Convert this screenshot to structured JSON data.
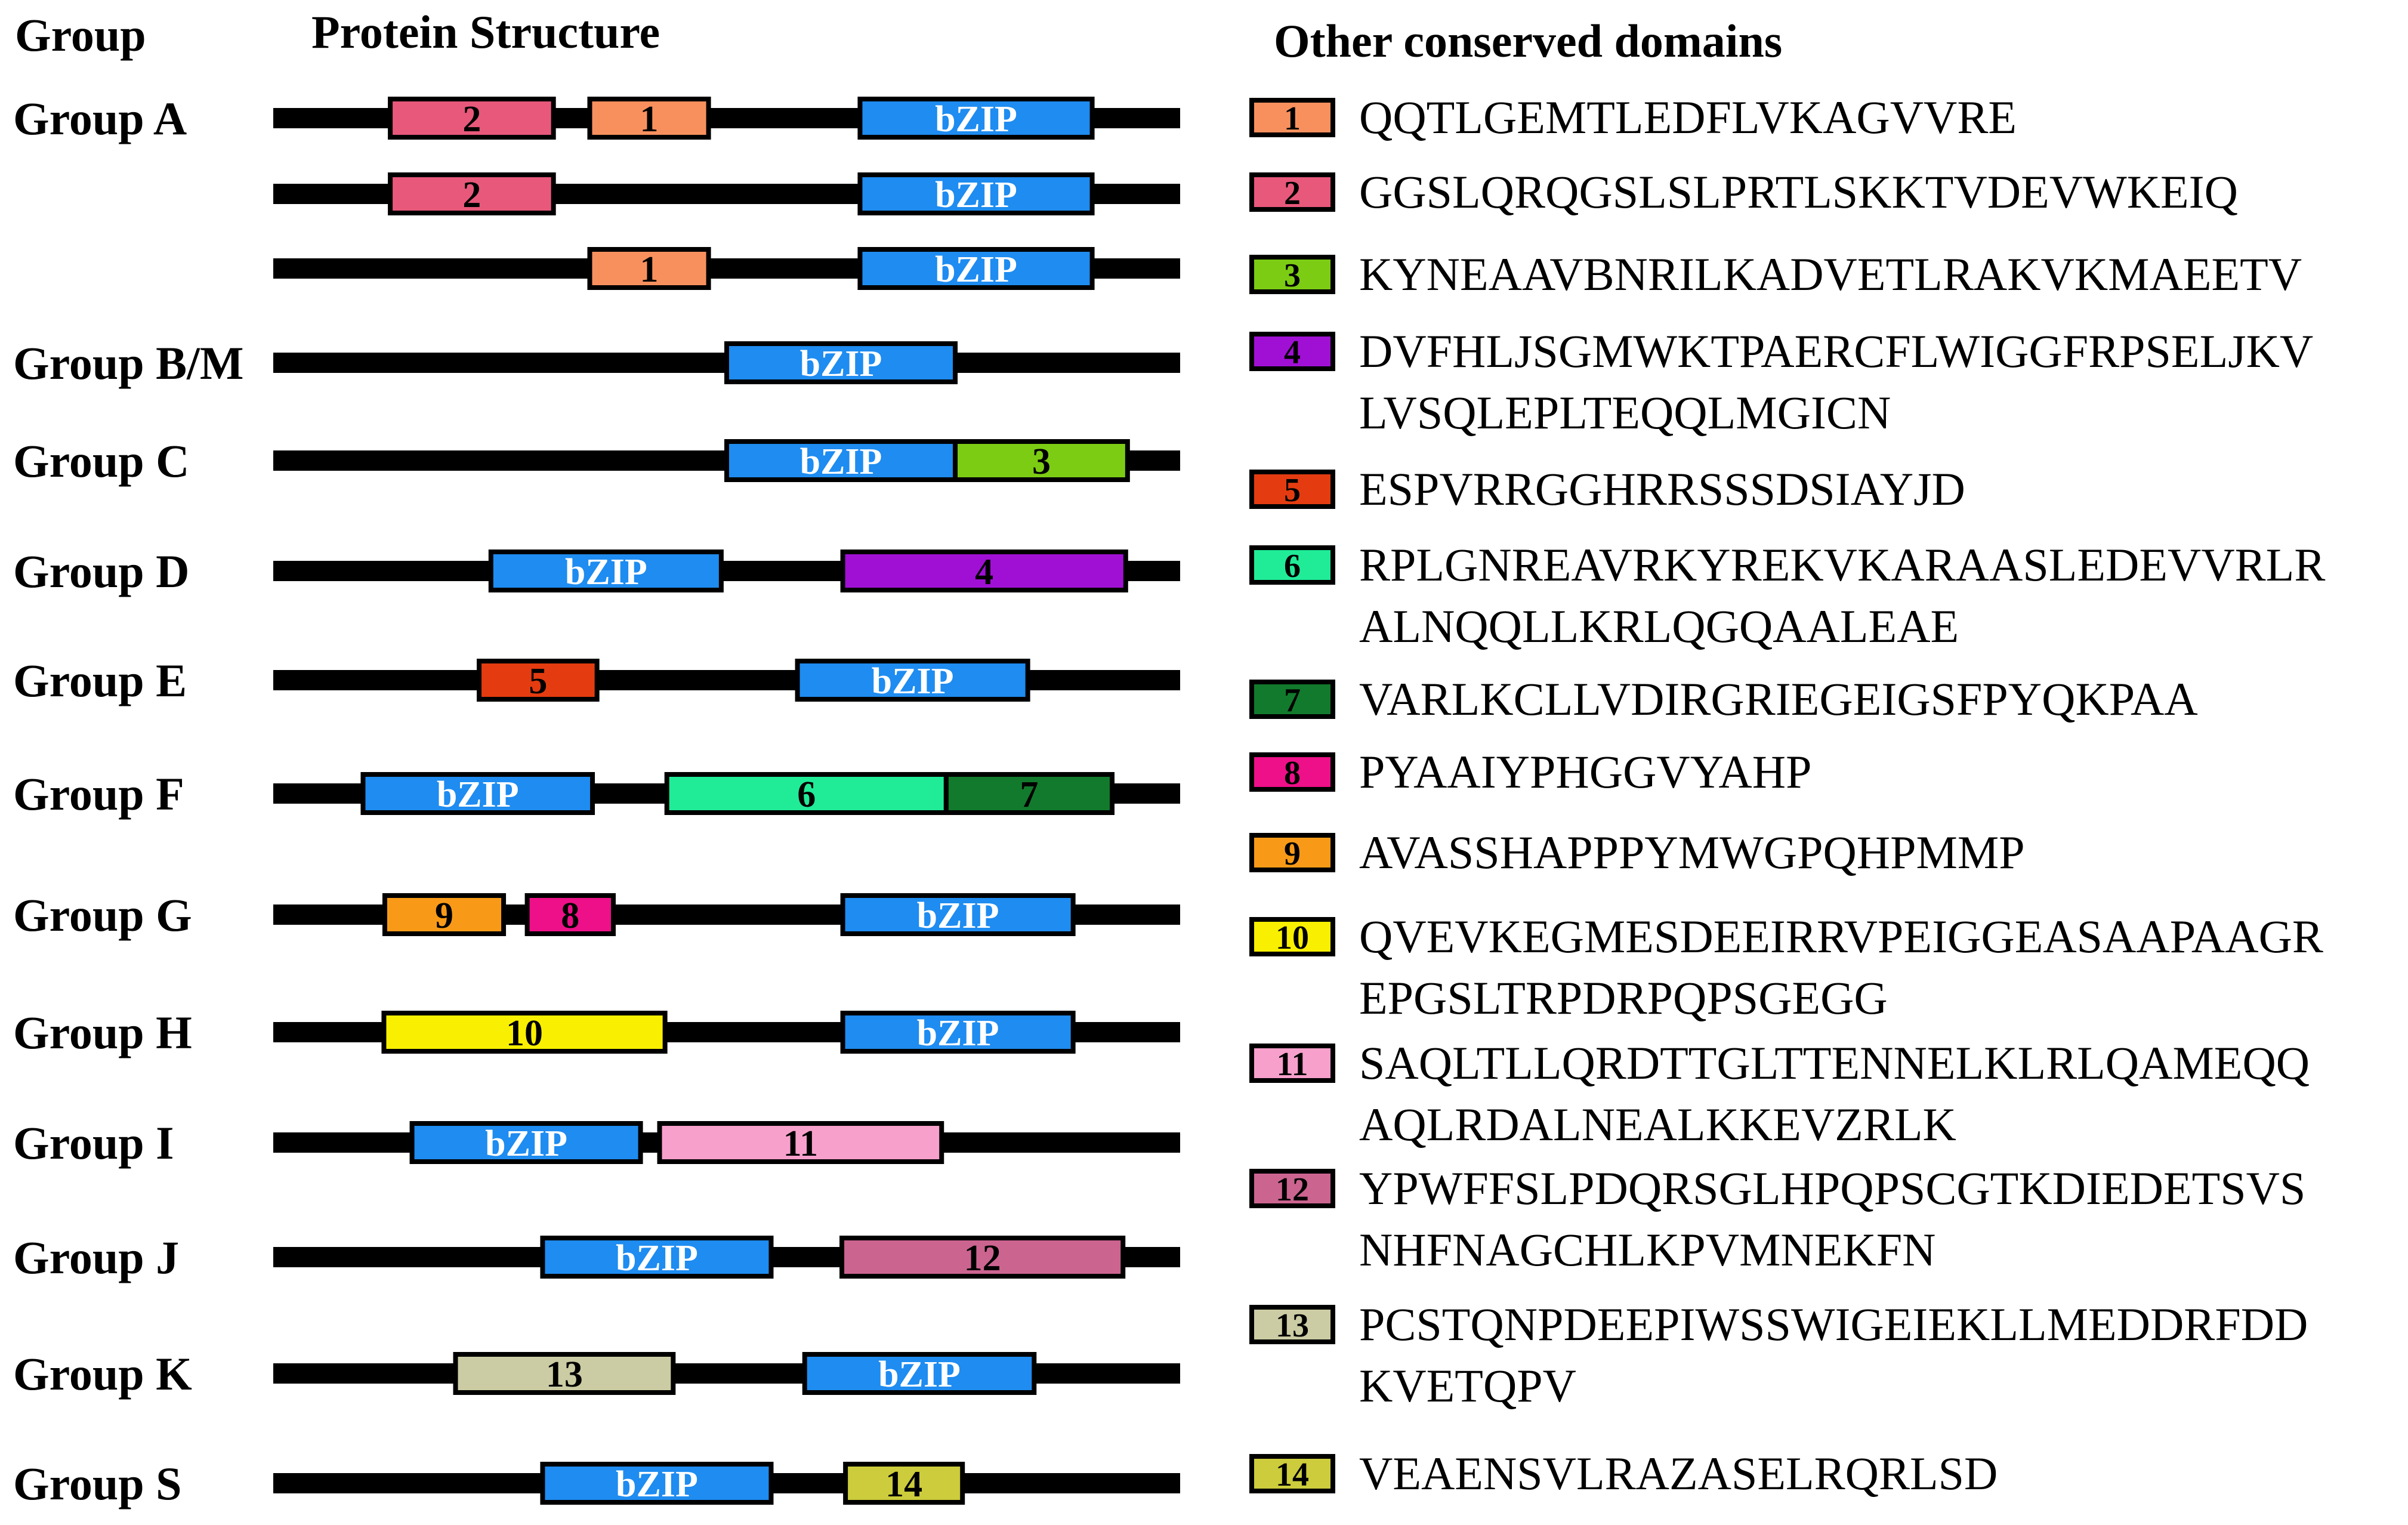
{
  "headers": {
    "group": "Group",
    "structure": "Protein Structure",
    "other": "Other conserved domains"
  },
  "colors": {
    "bZIP": "#1e8cf0",
    "1": "#f8905e",
    "2": "#e8587a",
    "3": "#7ccc14",
    "4": "#a010d4",
    "5": "#e43c10",
    "6": "#20ec98",
    "7": "#127a2c",
    "8": "#ee1088",
    "9": "#f89a18",
    "10": "#f8f000",
    "11": "#f8a0cc",
    "12": "#cc6490",
    "13": "#cccca4",
    "14": "#cccc3c"
  },
  "rows": [
    {
      "group": "Group A",
      "domains": [
        {
          "id": "2",
          "label": "2",
          "start": 0.129,
          "end": 0.309
        },
        {
          "id": "1",
          "label": "1",
          "start": 0.349,
          "end": 0.48
        },
        {
          "id": "bZIP",
          "label": "bZIP",
          "start": 0.647,
          "end": 0.903
        }
      ]
    },
    {
      "group": "",
      "domains": [
        {
          "id": "2",
          "label": "2",
          "start": 0.129,
          "end": 0.309
        },
        {
          "id": "bZIP",
          "label": "bZIP",
          "start": 0.647,
          "end": 0.903
        }
      ]
    },
    {
      "group": "",
      "domains": [
        {
          "id": "1",
          "label": "1",
          "start": 0.349,
          "end": 0.48
        },
        {
          "id": "bZIP",
          "label": "bZIP",
          "start": 0.647,
          "end": 0.903
        }
      ]
    },
    {
      "group": "Group B/M",
      "domains": [
        {
          "id": "bZIP",
          "label": "bZIP",
          "start": 0.5,
          "end": 0.752
        }
      ]
    },
    {
      "group": "Group C",
      "domains": [
        {
          "id": "bZIP",
          "label": "bZIP",
          "start": 0.5,
          "end": 0.752
        },
        {
          "id": "3",
          "label": "3",
          "start": 0.752,
          "end": 0.942
        }
      ]
    },
    {
      "group": "Group D",
      "domains": [
        {
          "id": "bZIP",
          "label": "bZIP",
          "start": 0.24,
          "end": 0.494
        },
        {
          "id": "4",
          "label": "4",
          "start": 0.628,
          "end": 0.94
        }
      ]
    },
    {
      "group": "Group E",
      "domains": [
        {
          "id": "5",
          "label": "5",
          "start": 0.227,
          "end": 0.357
        },
        {
          "id": "bZIP",
          "label": "bZIP",
          "start": 0.578,
          "end": 0.832
        }
      ]
    },
    {
      "group": "Group F",
      "domains": [
        {
          "id": "bZIP",
          "label": "bZIP",
          "start": 0.099,
          "end": 0.352
        },
        {
          "id": "6",
          "label": "6",
          "start": 0.434,
          "end": 0.742
        },
        {
          "id": "7",
          "label": "7",
          "start": 0.742,
          "end": 0.925
        }
      ]
    },
    {
      "group": "Group G",
      "domains": [
        {
          "id": "9",
          "label": "9",
          "start": 0.123,
          "end": 0.254
        },
        {
          "id": "8",
          "label": "8",
          "start": 0.28,
          "end": 0.375
        },
        {
          "id": "bZIP",
          "label": "bZIP",
          "start": 0.628,
          "end": 0.882
        }
      ]
    },
    {
      "group": "Group H",
      "domains": [
        {
          "id": "10",
          "label": "10",
          "start": 0.122,
          "end": 0.432
        },
        {
          "id": "bZIP",
          "label": "bZIP",
          "start": 0.628,
          "end": 0.882
        }
      ]
    },
    {
      "group": "Group I",
      "domains": [
        {
          "id": "bZIP",
          "label": "bZIP",
          "start": 0.153,
          "end": 0.405
        },
        {
          "id": "11",
          "label": "11",
          "start": 0.426,
          "end": 0.737
        }
      ]
    },
    {
      "group": "Group J",
      "domains": [
        {
          "id": "bZIP",
          "label": "bZIP",
          "start": 0.297,
          "end": 0.549
        },
        {
          "id": "12",
          "label": "12",
          "start": 0.627,
          "end": 0.937
        }
      ]
    },
    {
      "group": "Group K",
      "domains": [
        {
          "id": "13",
          "label": "13",
          "start": 0.201,
          "end": 0.441
        },
        {
          "id": "bZIP",
          "label": "bZIP",
          "start": 0.586,
          "end": 0.839
        }
      ]
    },
    {
      "group": "Group S",
      "domains": [
        {
          "id": "bZIP",
          "label": "bZIP",
          "start": 0.297,
          "end": 0.549
        },
        {
          "id": "14",
          "label": "14",
          "start": 0.631,
          "end": 0.76
        }
      ]
    }
  ],
  "legend": [
    {
      "id": "1",
      "lines": [
        "QQTLGEMTLEDFLVKAGVVRE"
      ]
    },
    {
      "id": "2",
      "lines": [
        "GGSLQRQGSLSLPRTLSKKTVDEVWKEIQ"
      ]
    },
    {
      "id": "3",
      "lines": [
        "KYNEAAVBNRILKADVETLRAKVKMAEETV"
      ]
    },
    {
      "id": "4",
      "lines": [
        "DVFHLJSGMWKTPAERCFLWIGGFRPSELJKV",
        "LVSQLEPLTEQQLMGICN"
      ]
    },
    {
      "id": "5",
      "lines": [
        "ESPVRRGGHRRSSSDSIAYJD"
      ]
    },
    {
      "id": "6",
      "lines": [
        "RPLGNREAVRKYREKVKARAASLEDEVVRLR",
        "ALNQQLLKRLQGQAALEAE"
      ]
    },
    {
      "id": "7",
      "lines": [
        "VARLKCLLVDIRGRIEGEIGSFPYQKPAA"
      ]
    },
    {
      "id": "8",
      "lines": [
        "PYAAIYPHGGVYAHP"
      ]
    },
    {
      "id": "9",
      "lines": [
        "AVASSHAPPPYMWGPQHPMMP"
      ]
    },
    {
      "id": "10",
      "lines": [
        "QVEVKEGMESDEEIRRVPEIGGEASAAPAAGR",
        "EPGSLTRPDRPQPSGEGG"
      ]
    },
    {
      "id": "11",
      "lines": [
        "SAQLTLLQRDTTGLTTENNELKLRLQAMEQQ",
        "AQLRDALNEALKKEVZRLK"
      ]
    },
    {
      "id": "12",
      "lines": [
        "YPWFFSLPDQRSGLHPQPSCGTKDIEDETSVS",
        "NHFNAGCHLKPVMNEKFN"
      ]
    },
    {
      "id": "13",
      "lines": [
        "PCSTQNPDEEPIWSSWIGEIEKLLMEDDRFDD",
        "KVETQPV"
      ]
    },
    {
      "id": "14",
      "lines": [
        "VEAENSVLRAZASELRQRLSD"
      ]
    }
  ]
}
